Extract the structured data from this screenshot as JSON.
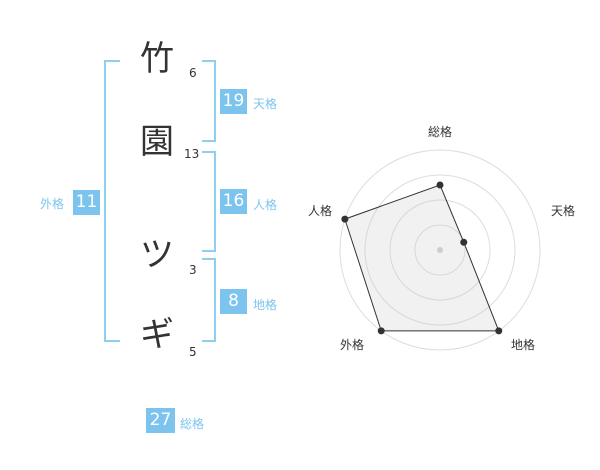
{
  "name": {
    "chars": [
      {
        "char": "竹",
        "strokes": "6"
      },
      {
        "char": "園",
        "strokes": "13"
      },
      {
        "char": "ツ",
        "strokes": "3"
      },
      {
        "char": "ギ",
        "strokes": "5"
      }
    ]
  },
  "fortune": {
    "tenkaku": {
      "value": "19",
      "label": "天格"
    },
    "jinkaku": {
      "value": "16",
      "label": "人格"
    },
    "chikaku": {
      "value": "8",
      "label": "地格"
    },
    "gaikaku": {
      "value": "11",
      "label": "外格"
    },
    "soukaku": {
      "value": "27",
      "label": "総格"
    }
  },
  "radar": {
    "axes": [
      "総格",
      "天格",
      "地格",
      "外格",
      "人格"
    ],
    "values": [
      0.65,
      0.25,
      1.0,
      1.0,
      1.0
    ],
    "max": 1.0,
    "rings": 4
  },
  "colors": {
    "accent": "#7cc4ee",
    "bracket": "#8fcff2",
    "text": "#333333"
  }
}
